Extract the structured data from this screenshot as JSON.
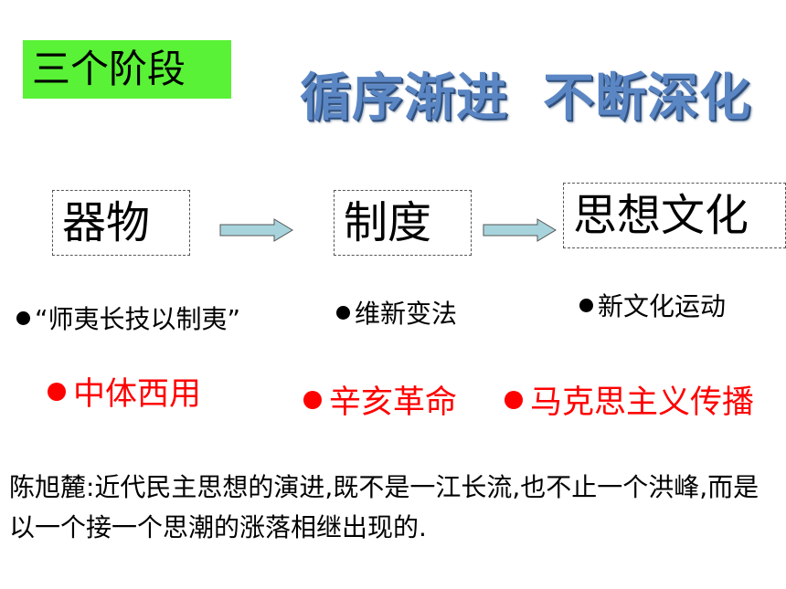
{
  "header": {
    "badge": "三个阶段",
    "headline_part1": "循序渐进",
    "headline_part2": "不断深化"
  },
  "stages": [
    {
      "label": "器物"
    },
    {
      "label": "制度"
    },
    {
      "label": "思想文化"
    }
  ],
  "examples_black": [
    {
      "text": "“师夷长技以制夷”"
    },
    {
      "text": "维新变法"
    },
    {
      "text": "新文化运动"
    }
  ],
  "examples_red": [
    {
      "text": "中体西用"
    },
    {
      "text": "辛亥革命"
    },
    {
      "text": "马克思主义传播"
    }
  ],
  "quote": "陈旭麓:近代民主思想的演进,既不是一江长流,也不止一个洪峰,而是以一个接一个思潮的涨落相继出现的.",
  "colors": {
    "badge_bg": "#59f236",
    "headline": "#5b86c4",
    "arrow_fill": "#a7d4dc",
    "red": "#ff0000"
  }
}
